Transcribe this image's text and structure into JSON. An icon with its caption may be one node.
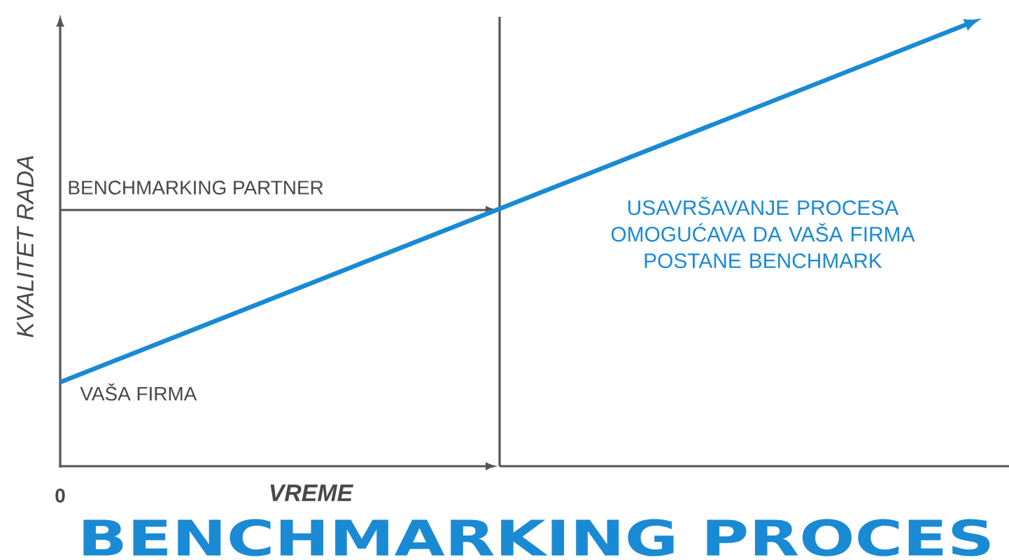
{
  "diagram": {
    "caption": "BENCHMARKING PROCES",
    "labels": [
      "KVALITET RADA",
      "BENCHMARKING PARTNER",
      "USAVRŠAVANJE PROCESA OMOGUĆAVA DA VAŠA FIRMA POSTANE BENCHMARK",
      "VAŠA FIRMA",
      "0",
      "VREME"
    ]
  }
}
